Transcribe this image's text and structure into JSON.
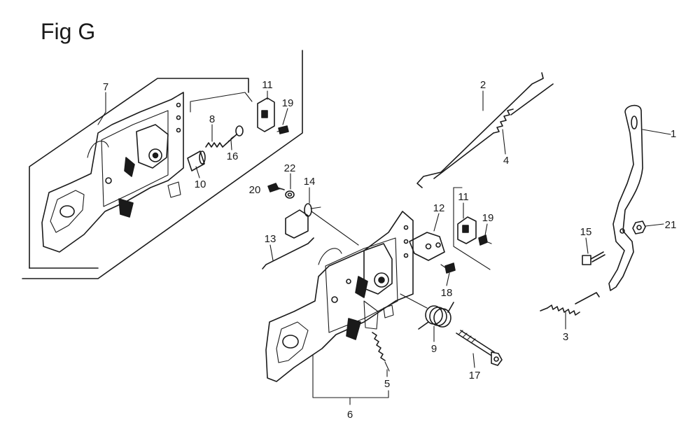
{
  "figure": {
    "title": "Fig G"
  },
  "callouts": {
    "c1": "1",
    "c2": "2",
    "c3": "3",
    "c4": "4",
    "c5": "5",
    "c6": "6",
    "c7": "7",
    "c8": "8",
    "c9": "9",
    "c10": "10",
    "c11a": "11",
    "c11b": "11",
    "c12": "12",
    "c13": "13",
    "c14": "14",
    "c15": "15",
    "c16": "16",
    "c17": "17",
    "c18": "18",
    "c19a": "19",
    "c19b": "19",
    "c20": "20",
    "c21": "21",
    "c22": "22"
  }
}
